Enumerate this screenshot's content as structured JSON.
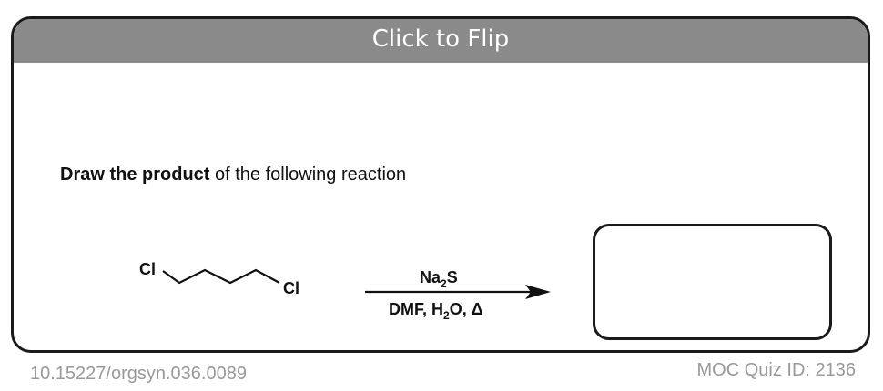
{
  "card": {
    "flip_label": "Click to Flip",
    "prompt_bold": "Draw the product",
    "prompt_rest": " of the following reaction"
  },
  "reaction": {
    "reactant_left_atom": "Cl",
    "reactant_right_atom": "Cl",
    "reagent_top_1": "Na",
    "reagent_top_sub": "2",
    "reagent_top_2": "S",
    "conditions_1": "DMF, H",
    "conditions_sub": "2",
    "conditions_2": "O, Δ"
  },
  "footer": {
    "doi": "10.15227/orgsyn.036.0089",
    "quiz_id": "MOC Quiz ID: 2136"
  }
}
